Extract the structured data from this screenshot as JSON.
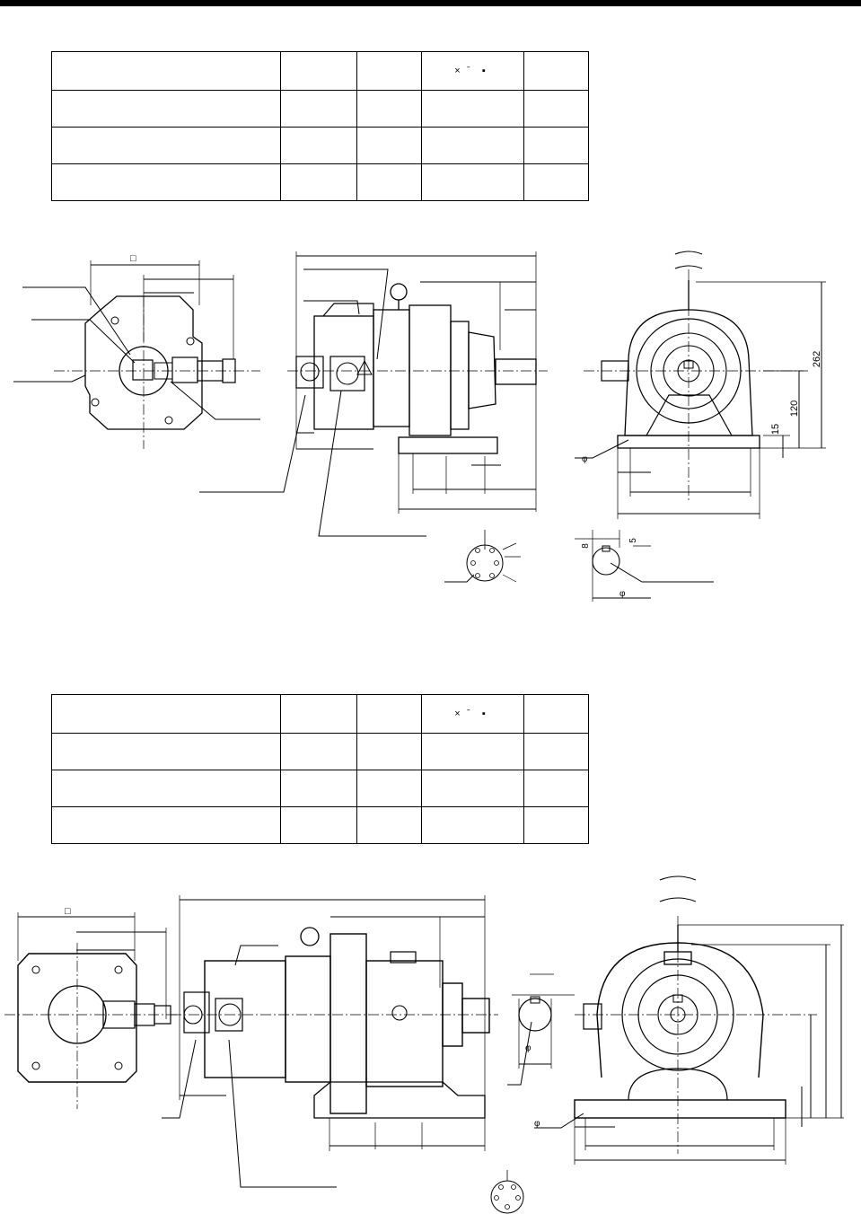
{
  "table1": {
    "header_mark": "×  ̄  ▪",
    "rows": [
      [
        "",
        "",
        "",
        "",
        ""
      ],
      [
        "",
        "",
        "",
        "",
        ""
      ],
      [
        "",
        "",
        "",
        "",
        ""
      ]
    ]
  },
  "table2": {
    "header_mark": "×  ̄  ▪",
    "rows": [
      [
        "",
        "",
        "",
        "",
        ""
      ],
      [
        "",
        "",
        "",
        "",
        ""
      ],
      [
        "",
        "",
        "",
        "",
        ""
      ]
    ]
  },
  "drawing1": {
    "square_symbol": "□",
    "dim_height": "262",
    "dim_shaft_height": "120",
    "dim_foot": "15",
    "dim_key_depth": "8",
    "dim_key_width": "5",
    "dia_symbol": "φ"
  },
  "drawing2": {
    "square_symbol": "□",
    "dia_symbol": "φ"
  }
}
